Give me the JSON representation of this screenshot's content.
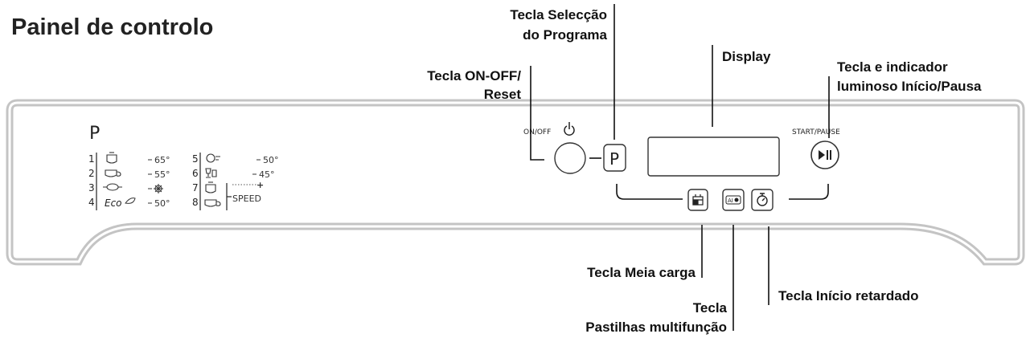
{
  "title": "Painel de controlo",
  "callouts": {
    "selection_line1": "Tecla Selecção",
    "selection_line2": "do  Programa",
    "onoff_line1": "Tecla  ON-OFF/",
    "onoff_line2": "Reset",
    "display": "Display",
    "startpause_line1": "Tecla  e  indicador",
    "startpause_line2": "luminoso  Início/Pausa",
    "halfload": "Tecla Meia  carga",
    "tablets_line1": "Tecla",
    "tablets_line2": "Pastilhas  multifunção",
    "delay": "Tecla  Início  retardado"
  },
  "panel": {
    "program_header": "P",
    "onoff_label": "ON/OFF",
    "startpause_label": "START/PAUSE",
    "p_button": "P",
    "speed_label": "SPEED",
    "speed_mark": "+",
    "eco_label": "Eco",
    "programs": [
      {
        "num": "1",
        "temp": "65°"
      },
      {
        "num": "2",
        "temp": "55°"
      },
      {
        "num": "3",
        "temp": ""
      },
      {
        "num": "4",
        "temp": "50°"
      },
      {
        "num": "5",
        "temp": "50°"
      },
      {
        "num": "6",
        "temp": "45°"
      },
      {
        "num": "7",
        "temp": ""
      },
      {
        "num": "8",
        "temp": ""
      }
    ]
  },
  "icons": {
    "power": "power-icon",
    "play_pause": "play-pause-icon",
    "half_load": "half-load-icon",
    "tablets": "multi-tablet-icon",
    "delay": "delay-timer-icon",
    "snowflake": "snowflake-icon"
  }
}
